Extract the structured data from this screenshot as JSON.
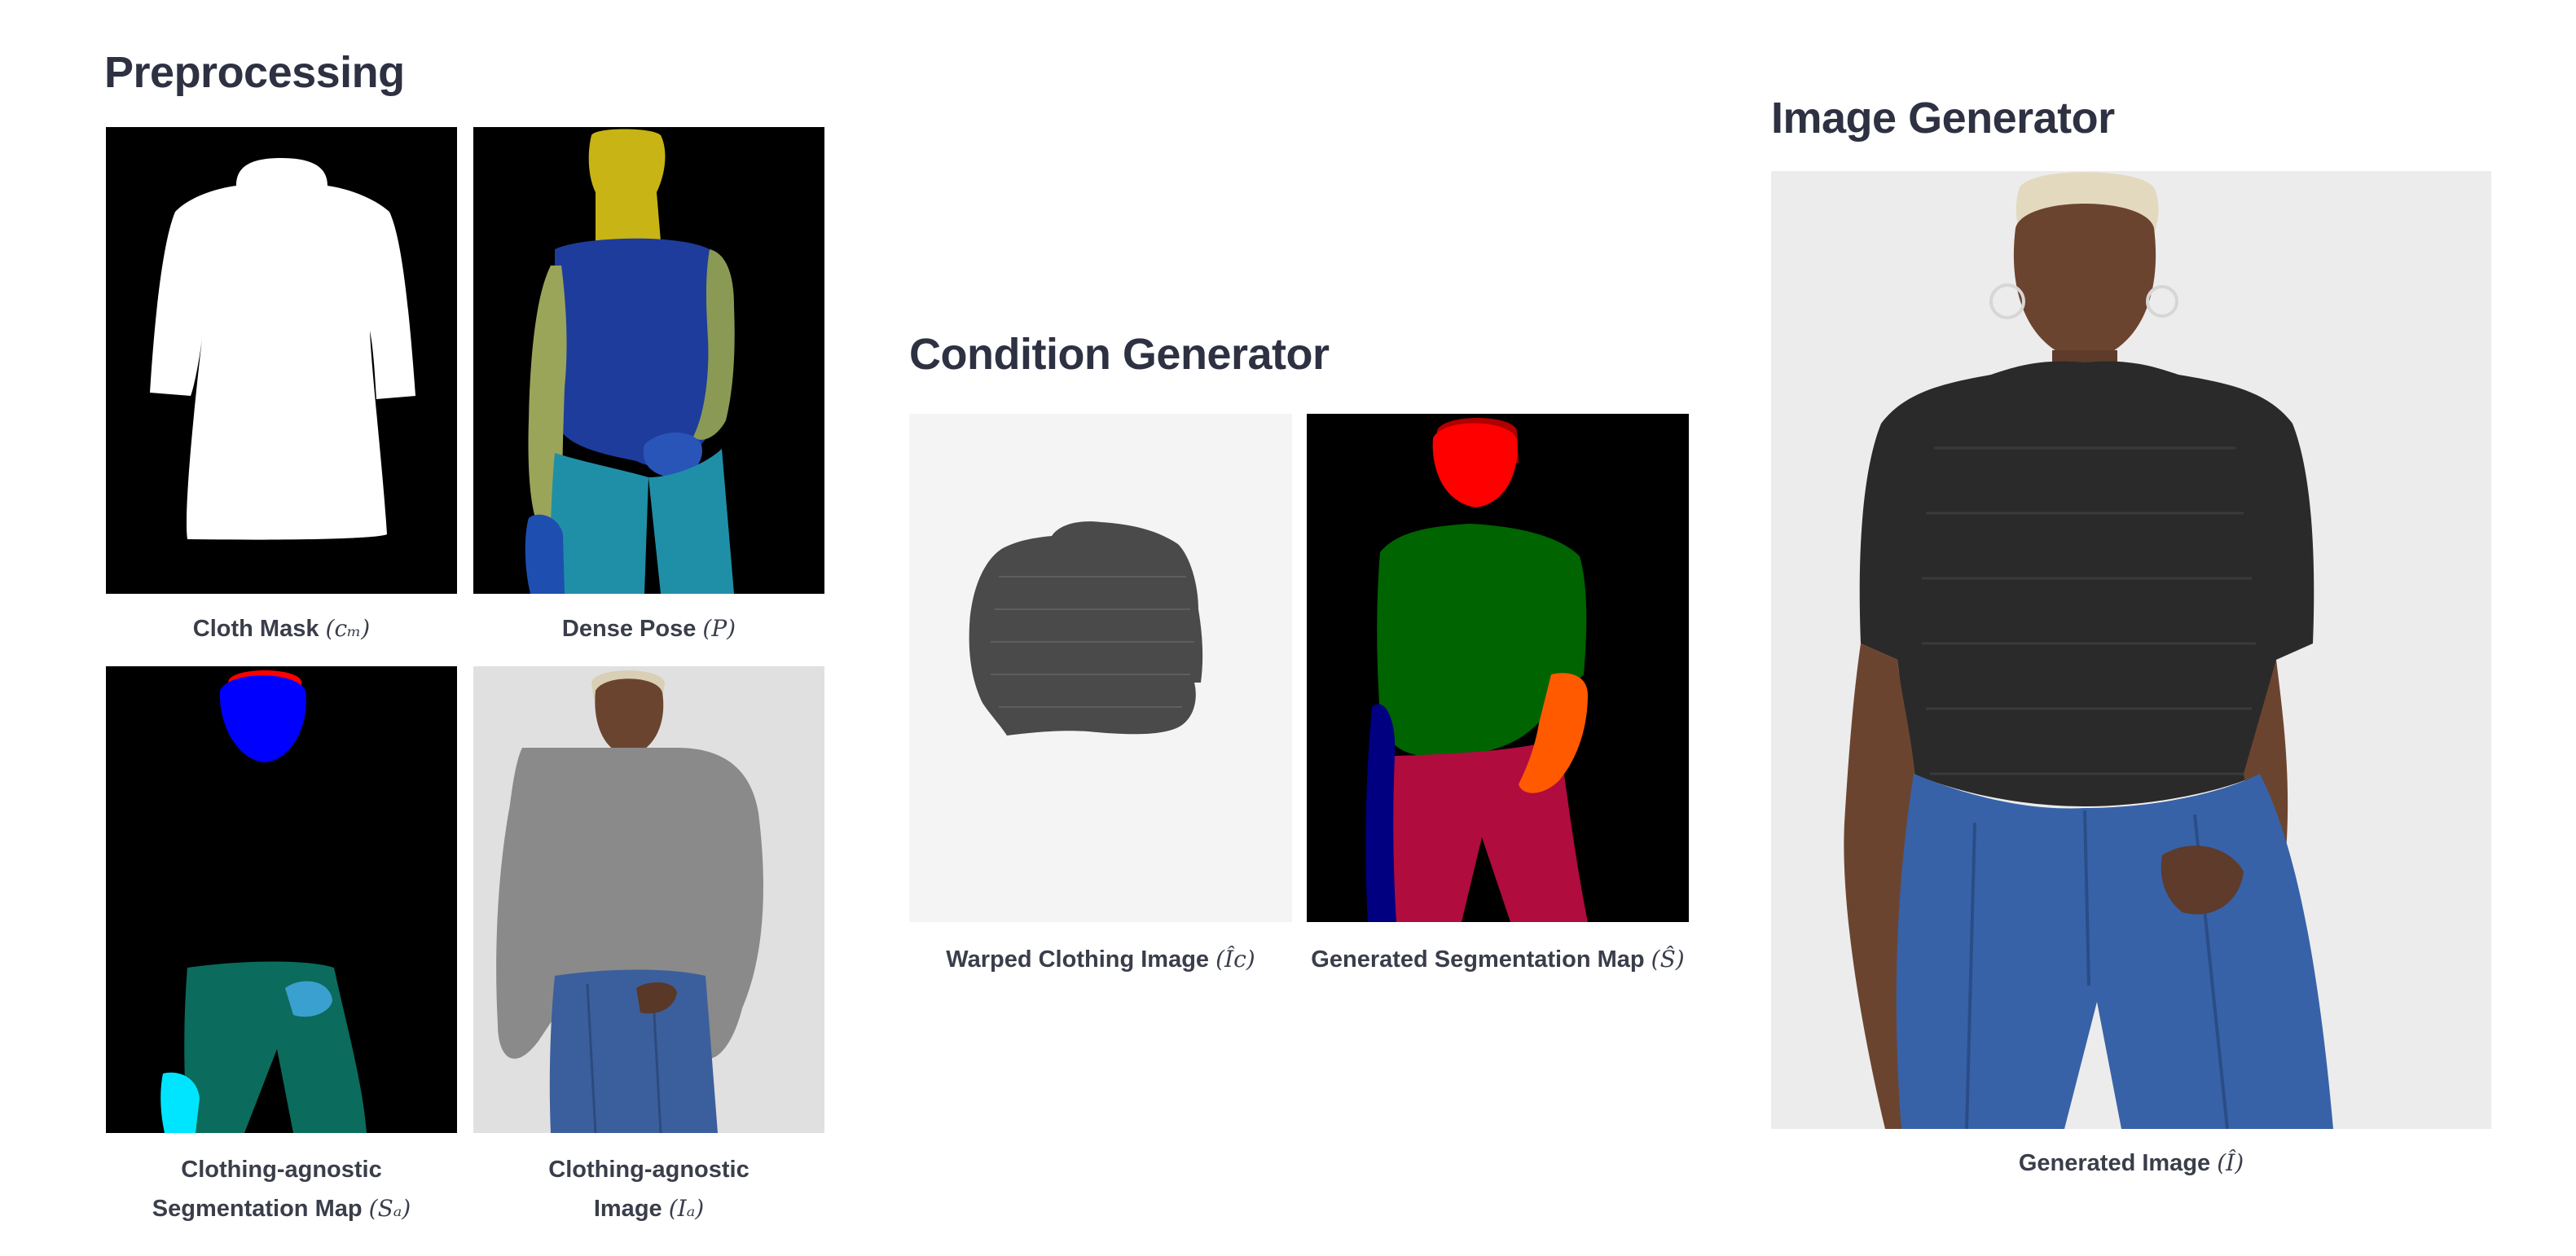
{
  "sections": {
    "preprocessing": {
      "title": "Preprocessing"
    },
    "condition_generator": {
      "title": "Condition Generator"
    },
    "image_generator": {
      "title": "Image Generator"
    }
  },
  "panels": {
    "cloth_mask": {
      "caption": "Cloth Mask",
      "symbol": "(cₘ)"
    },
    "dense_pose": {
      "caption": "Dense Pose",
      "symbol": "(P)"
    },
    "agnostic_seg": {
      "caption_line1": "Clothing-agnostic",
      "caption_line2": "Segmentation Map",
      "symbol": "(Sₐ)"
    },
    "agnostic_img": {
      "caption_line1": "Clothing-agnostic",
      "caption_line2": "Image",
      "symbol": "(Iₐ)"
    },
    "warped_cloth": {
      "caption": "Warped Clothing Image",
      "symbol": "(Îc)"
    },
    "gen_seg": {
      "caption": "Generated Segmentation Map",
      "symbol": "(Ŝ)"
    },
    "gen_image": {
      "caption": "Generated Image",
      "symbol": "(Î)"
    }
  },
  "colors": {
    "title": "#2d3142",
    "caption": "#3a3e4a",
    "mask_bg": "#000000",
    "mask_fg": "#ffffff",
    "seg_head": "#ff0000",
    "seg_torso": "#006400",
    "seg_pants": "#b00c3e",
    "seg_arm": "#ff5a00",
    "seg_left_arm": "#000080",
    "pose_head": "#c8b414",
    "pose_torso": "#1e3c9c",
    "pose_arm": "#8a9a54",
    "pose_legs": "#1f8fa8"
  }
}
